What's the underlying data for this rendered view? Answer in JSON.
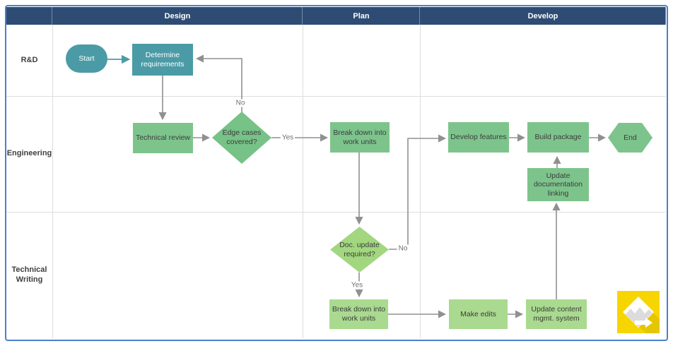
{
  "header": {
    "columns": [
      {
        "label": "Design"
      },
      {
        "label": "Plan"
      },
      {
        "label": "Develop"
      }
    ]
  },
  "lanes": [
    {
      "label": "R&D"
    },
    {
      "label": "Engineering"
    },
    {
      "label": "Technical Writing"
    }
  ],
  "nodes": {
    "start": "Start",
    "determine_requirements": "Determine requirements",
    "technical_review": "Technical review",
    "edge_cases": "Edge cases covered?",
    "breakdown_top": "Break down into work units",
    "develop_features": "Develop features",
    "build_package": "Build package",
    "end": "End",
    "update_doc_linking": "Update documentation linking",
    "doc_update": "Doc. update required?",
    "breakdown_bottom": "Break down into work units",
    "make_edits": "Make edits",
    "update_cms": "Update content mgmt. system"
  },
  "edge_labels": {
    "no_top": "No",
    "yes_top": "Yes",
    "yes_bottom": "Yes",
    "no_bottom": "No"
  },
  "colors": {
    "header_bg": "#2E4C73",
    "teal": "#4A9BA6",
    "green_medium": "#7DC48C",
    "green_light": "#A9DA8F",
    "diamond_medium": "#76C287",
    "diamond_light": "#A2D77F",
    "connector": "#909090",
    "grid_line": "#DDDDDD",
    "border": "#4C80C9",
    "logo_yellow": "#F7D500"
  }
}
